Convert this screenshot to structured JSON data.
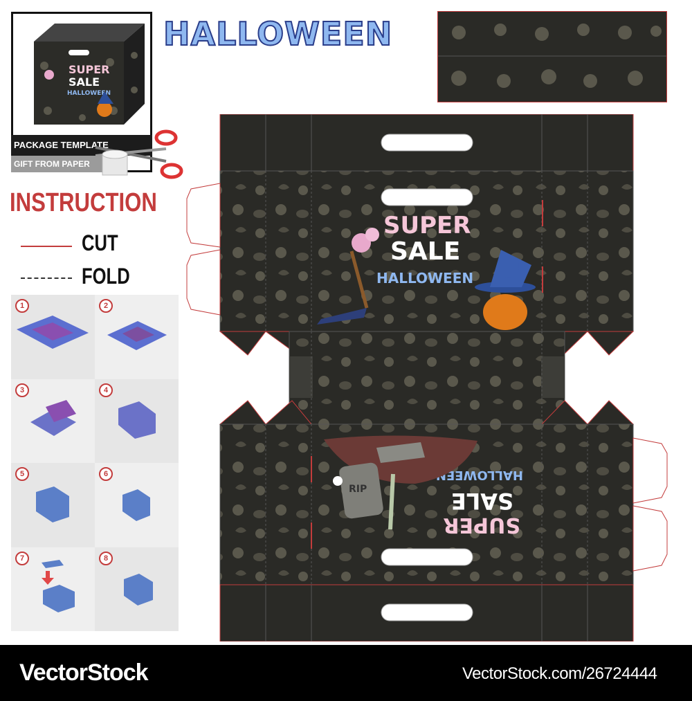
{
  "preview": {
    "package_template_label": "PACKAGE TEMPLATE",
    "gift_from_paper_label": "GIFT FROM PAPER",
    "box_text": [
      "SUPER",
      "SALE",
      "HALLOWEEN"
    ]
  },
  "header": {
    "title": "HALLOWEEN"
  },
  "instruction": {
    "heading": "INSTRUCTION",
    "cut_label": "CUT",
    "fold_label": "FOLD"
  },
  "steps": [
    "1",
    "2",
    "3",
    "4",
    "5",
    "6",
    "7",
    "8"
  ],
  "template": {
    "front_text": [
      "SUPER",
      "SALE",
      "HALLOWEEN"
    ],
    "back_text": [
      "SUPER",
      "SALE",
      "HALLOWEEN"
    ],
    "tombstone_text": "RIP"
  },
  "colors": {
    "panel": "#2a2a26",
    "pattern": "#5a584c",
    "cut": "#c33c3c",
    "accent_blue": "#8fb8f0",
    "pumpkin": "#e07a1a"
  },
  "footer": {
    "brand": "VectorStock",
    "url": "VectorStock.com/26724444"
  }
}
